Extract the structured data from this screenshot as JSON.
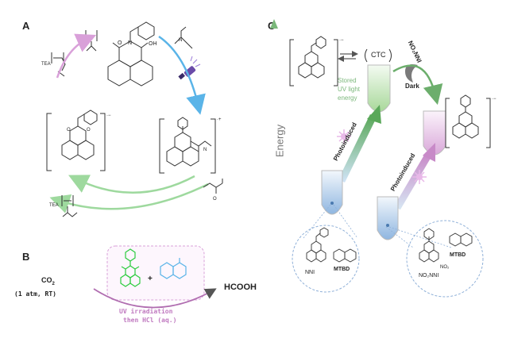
{
  "panels": {
    "a": {
      "label": "A"
    },
    "b": {
      "label": "B"
    },
    "c": {
      "label": "C"
    }
  },
  "panel_a": {
    "tea_left": "TEA",
    "tea_bottom": "TEA"
  },
  "panel_b": {
    "co2": "CO",
    "co2_sub": "2",
    "conditions": "(1 atm, RT)",
    "plus": "+",
    "product": "HCOOH",
    "step_line1": "UV irradiation",
    "step_line2": "then HCl (aq.)"
  },
  "panel_c": {
    "energy_axis": "Energy",
    "ctc": "CTC",
    "stored_line1": "Stored",
    "stored_line2": "UV light",
    "stored_line3": "energy",
    "dark": "Dark",
    "reagent_top": "NO₂NNI",
    "photoinduced_1": "Photoinduced",
    "photoinduced_2": "Photoinduced",
    "nni_label": "NNI",
    "mtbd_1": "MTBD",
    "mtbd_2": "MTBD",
    "no2nni_label": "NO₂NNI",
    "no2_group": "NO₂"
  },
  "colors": {
    "pink_arrow": "#d9a0d9",
    "blue_arrow": "#5ab4e8",
    "green_arrow": "#9ed99e",
    "energy_axis": "#6aa06a",
    "stored_text": "#7cb87c",
    "flask_green": "#cfe8c8",
    "flask_blue": "#aecbe8",
    "flask_pink": "#e6c8e6"
  }
}
